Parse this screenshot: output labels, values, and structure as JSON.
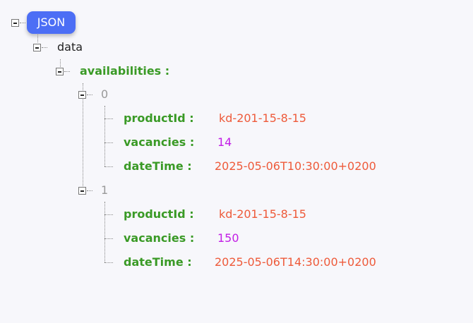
{
  "root": {
    "label": "JSON"
  },
  "data": {
    "label": "data"
  },
  "availabilities": {
    "label": "availabilities :"
  },
  "items": [
    {
      "index": "0",
      "productId_key": "productId :",
      "productId": "kd-201-15-8-15",
      "vacancies_key": "vacancies :",
      "vacancies": "14",
      "dateTime_key": "dateTime :",
      "dateTime": "2025-05-06T10:30:00+0200"
    },
    {
      "index": "1",
      "productId_key": "productId :",
      "productId": "kd-201-15-8-15",
      "vacancies_key": "vacancies :",
      "vacancies": "150",
      "dateTime_key": "dateTime :",
      "dateTime": "2025-05-06T14:30:00+0200"
    }
  ]
}
